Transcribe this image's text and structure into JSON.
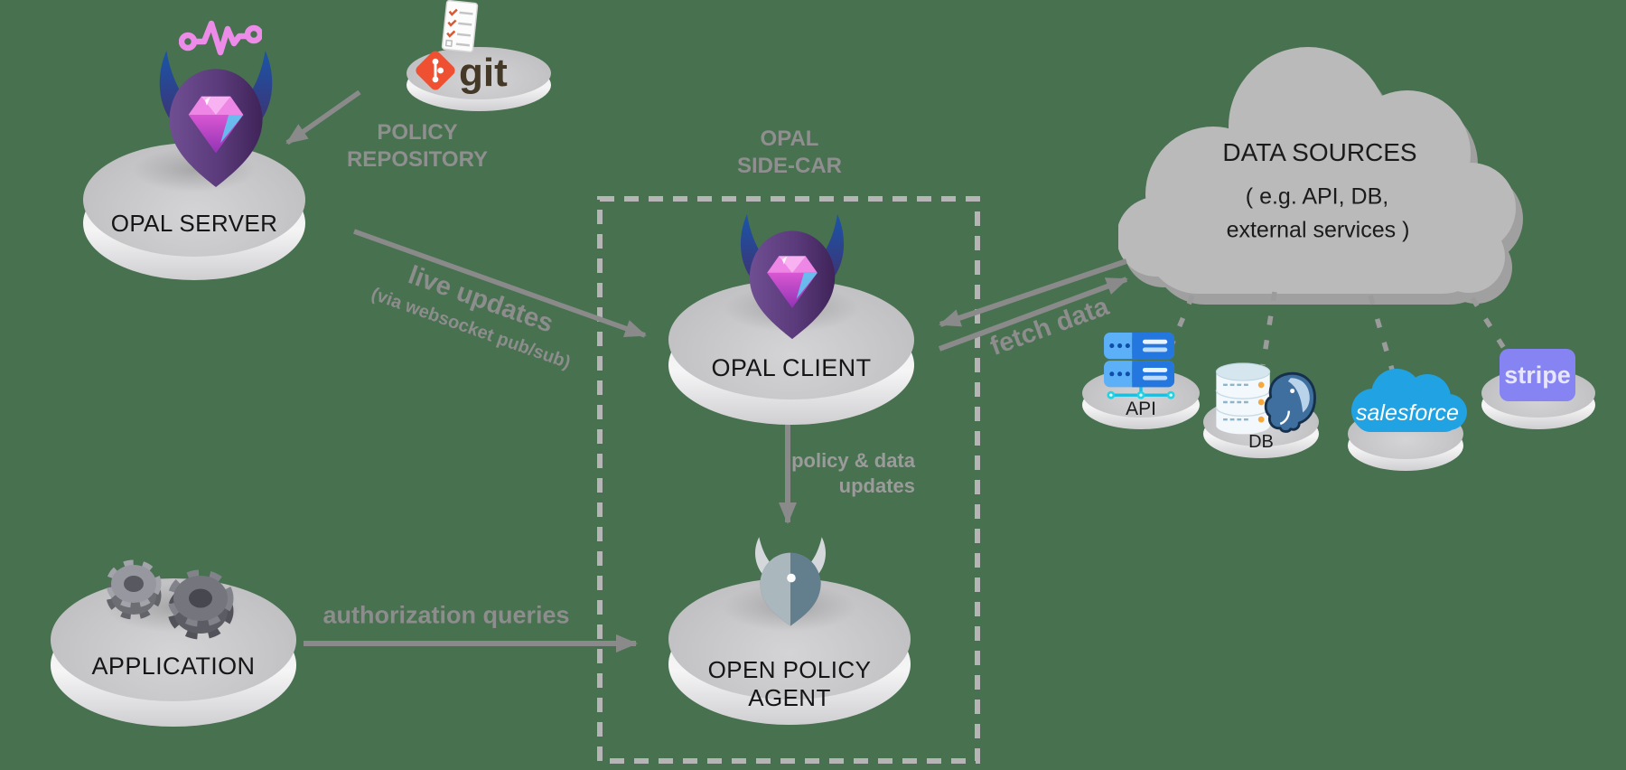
{
  "canvas": {
    "background": "#47714f"
  },
  "nodes": {
    "opal_server": {
      "label": "OPAL SERVER"
    },
    "policy_repository": {
      "line1": "POLICY",
      "line2": "REPOSITORY"
    },
    "git_badge": {
      "wordmark": "git"
    },
    "opal_sidecar": {
      "line1": "OPAL",
      "line2": "SIDE-CAR"
    },
    "opal_client": {
      "label": "OPAL CLIENT"
    },
    "open_policy_agent": {
      "line1": "OPEN POLICY",
      "line2": "AGENT"
    },
    "application": {
      "label": "APPLICATION"
    },
    "data_sources": {
      "title": "DATA SOURCES",
      "subtitle1": "( e.g. API, DB,",
      "subtitle2": "external services )"
    },
    "api_source": {
      "label": "API"
    },
    "db_source": {
      "label": "DB"
    },
    "salesforce_source": {
      "wordmark": "salesforce"
    },
    "stripe_source": {
      "wordmark": "stripe"
    }
  },
  "edges": {
    "live_updates": {
      "label": "live updates",
      "sublabel": "(via websocket pub/sub)"
    },
    "fetch_data": {
      "label": "fetch data"
    },
    "policy_data_updates": {
      "line1": "policy & data",
      "line2": "updates"
    },
    "authorization_queries": {
      "label": "authorization queries"
    }
  },
  "colors": {
    "background": "#47714f",
    "arrow_gray": "#8a8a8a",
    "label_gray": "#8d8d8d",
    "dashed_border_gray": "#b5b5b5",
    "disc_text": "#151515",
    "opal_pink": "#ec8ce8",
    "git_orange": "#ef5032",
    "salesforce_blue": "#21a2e2",
    "stripe_purple": "#8683f2",
    "postgres_blue": "#3f6f9f"
  }
}
